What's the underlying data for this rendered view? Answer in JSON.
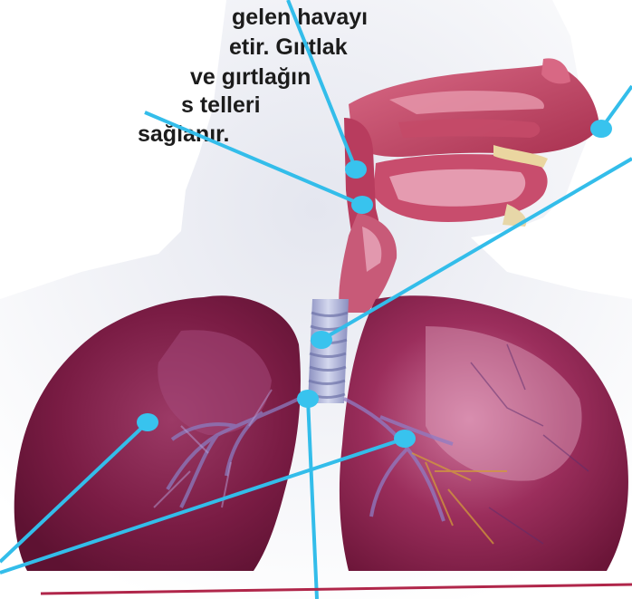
{
  "caption": {
    "lines": [
      "gelen havayı",
      "etir. Gırtlak",
      "ve gırtlağın",
      "s telleri",
      "sağlanır."
    ]
  },
  "colors": {
    "background": "#ffffff",
    "body_silhouette": "#d9dbe6",
    "lung_tissue": "#7e1f46",
    "lung_highlight": "#c65a86",
    "bronchi": "#9b83bf",
    "trachea": "#9fa3c8",
    "airway_tissue": "#c94c6c",
    "pointer_line": "#33bdea",
    "pointer_dot": "#38c3ee",
    "base_line": "#b0264a"
  },
  "icons": [
    "pointer-dot"
  ]
}
